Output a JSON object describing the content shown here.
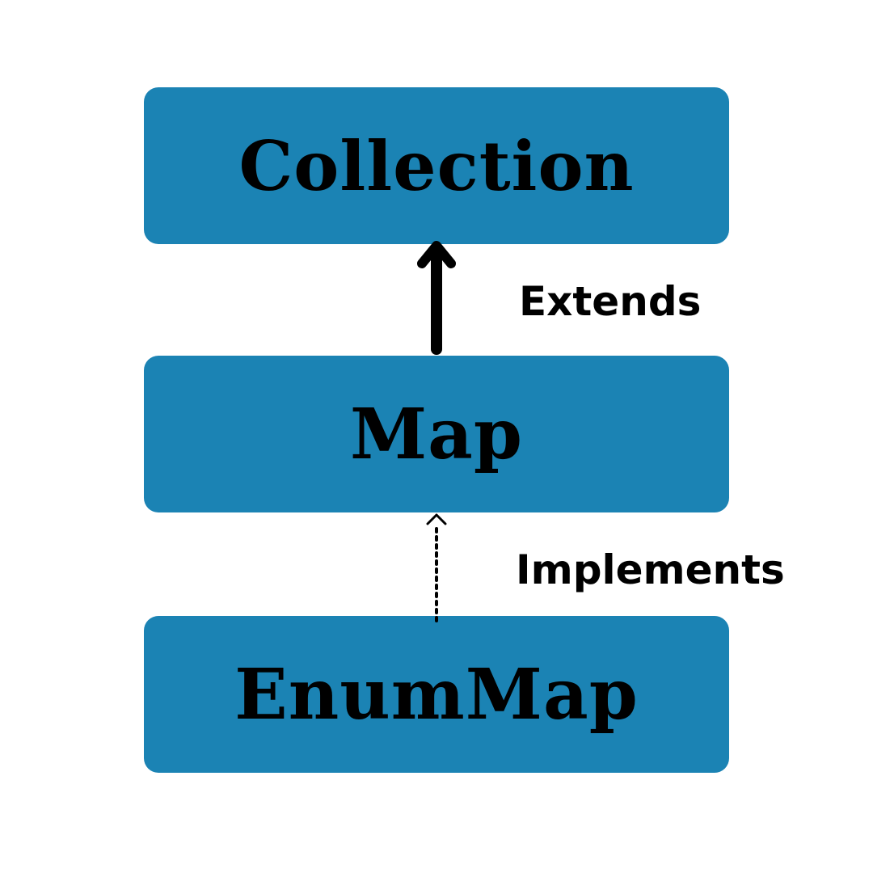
{
  "nodes": {
    "collection": "Collection",
    "map": "Map",
    "enummap": "EnumMap"
  },
  "edges": {
    "extends_label": "Extends",
    "implements_label": "Implements"
  },
  "colors": {
    "node_fill": "#1b83b4",
    "text": "#000000",
    "background": "#ffffff"
  }
}
